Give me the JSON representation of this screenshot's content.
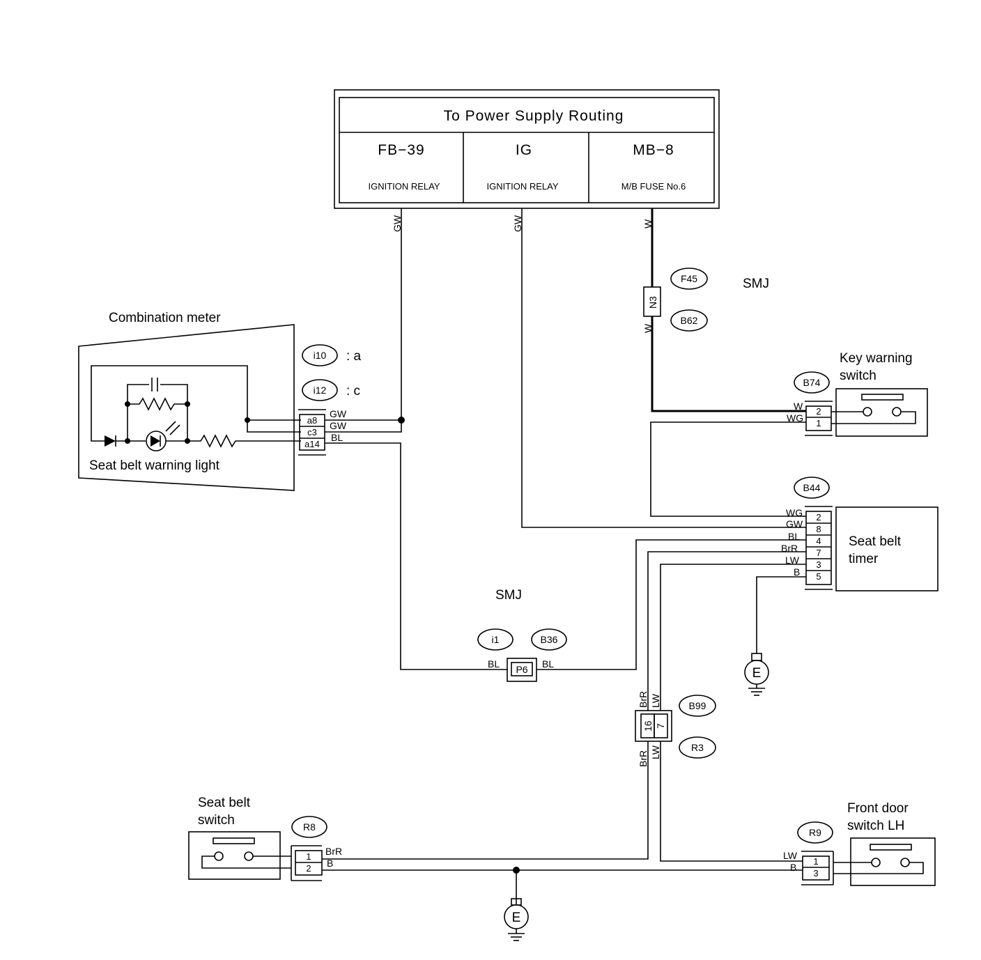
{
  "power_supply": {
    "title": "To Power Supply Routing",
    "col1_code": "FB−39",
    "col1_name": "IGNITION RELAY",
    "col2_code": "IG",
    "col2_name": "IGNITION RELAY",
    "col3_code": "MB−8",
    "col3_name": "M/B FUSE No.6"
  },
  "wire_colors": {
    "gw": "GW",
    "w": "W",
    "wg": "WG",
    "bl": "BL",
    "brr": "BrR",
    "lw": "LW",
    "b": "B"
  },
  "combination_meter": {
    "title": "Combination meter",
    "conn_i10": "i10",
    "conn_i10_suffix": ": a",
    "conn_i12": "i12",
    "conn_i12_suffix": ": c",
    "pin_a8": "a8",
    "pin_c3": "c3",
    "pin_a14": "a14",
    "light_label": "Seat belt warning light"
  },
  "smj_top": {
    "label": "SMJ",
    "conn_f45": "F45",
    "conn_b62": "B62",
    "junction": "N3"
  },
  "key_warning_switch": {
    "title_line1": "Key warning",
    "title_line2": "switch",
    "connector": "B74",
    "pin1": "2",
    "pin2": "1"
  },
  "seat_belt_timer": {
    "title_line1": "Seat belt",
    "title_line2": "timer",
    "connector": "B44",
    "pins": [
      "2",
      "8",
      "4",
      "7",
      "3",
      "5"
    ]
  },
  "smj_mid": {
    "label": "SMJ",
    "conn_i1": "i1",
    "conn_b36": "B36",
    "junction": "P6"
  },
  "joint_b99": {
    "conn_b99": "B99",
    "conn_r3": "R3",
    "pin_left": "16",
    "pin_right": "7"
  },
  "seat_belt_switch": {
    "title_line1": "Seat belt",
    "title_line2": "switch",
    "connector": "R8",
    "pin1": "1",
    "pin2": "2"
  },
  "front_door_switch": {
    "title_line1": "Front door",
    "title_line2": "switch LH",
    "connector": "R9",
    "pin1": "1",
    "pin2": "3"
  },
  "ground": {
    "label": "E"
  }
}
